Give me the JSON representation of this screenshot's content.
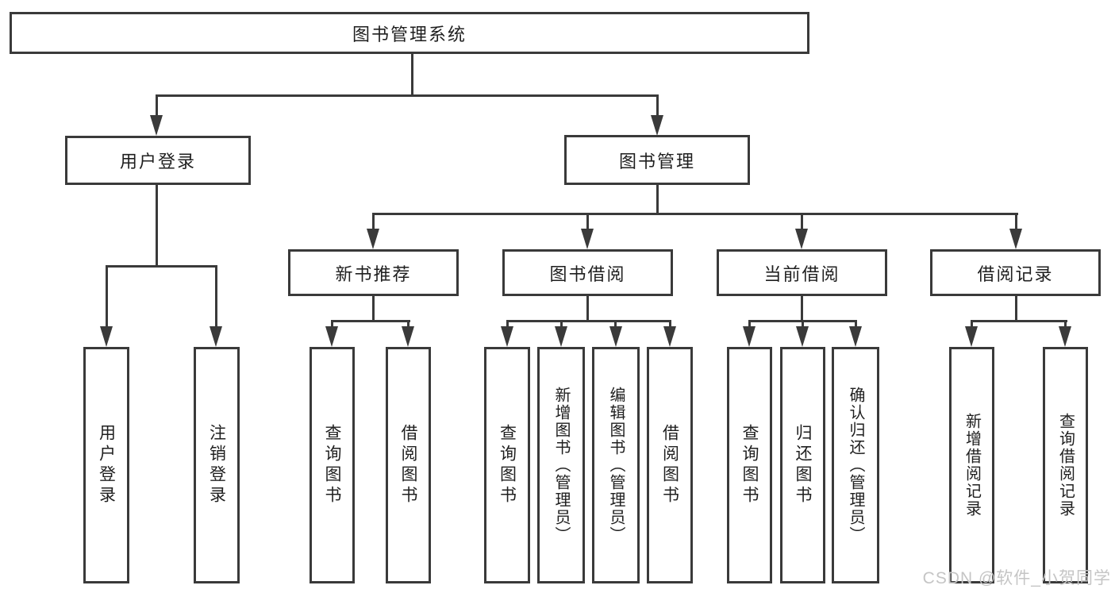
{
  "tree": {
    "root": "图书管理系统",
    "level2": [
      "用户登录",
      "图书管理"
    ],
    "level3": [
      "新书推荐",
      "图书借阅",
      "当前借阅",
      "借阅记录"
    ],
    "leaves_user_login": [
      "用户登录",
      "注销登录"
    ],
    "leaves_new_book": [
      "查询图书",
      "借阅图书"
    ],
    "leaves_book_borrow": [
      "查询图书",
      "新增图书（管理员）",
      "编辑图书（管理员）",
      "借阅图书"
    ],
    "leaves_current_borrow": [
      "查询图书",
      "归还图书",
      "确认归还（管理员）"
    ],
    "leaves_borrow_records": [
      "新增借阅记录",
      "查询借阅记录"
    ]
  },
  "watermark": "CSDN @软件_小贺同学",
  "colors": {
    "line": "#3a3a3a",
    "text": "#1f1f1f",
    "watermark": "#c5c5c5",
    "background": "#ffffff"
  }
}
